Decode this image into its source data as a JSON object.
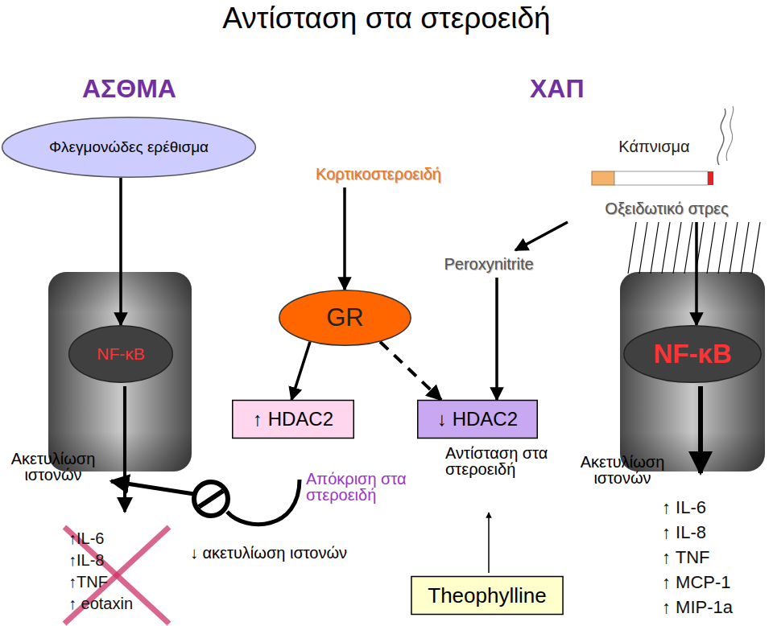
{
  "diagram": {
    "title": "Αντίσταση στα στεροειδή",
    "nodes": [
      {
        "text": [
          "Φλεγμονώδες ερέθισμα"
        ]
      },
      {
        "text": [
          "Κορτικοστεροειδή"
        ]
      },
      {
        "text": [
          "Κάπνισμα"
        ]
      },
      {
        "text": [
          "Οξειδωτικό στρες"
        ]
      },
      {
        "text": [
          "Peroxynitrite"
        ]
      },
      {
        "text": [
          "NF-κB"
        ]
      },
      {
        "text": [
          "GR"
        ]
      },
      {
        "text": [
          "NF-κB"
        ]
      },
      {
        "text": [
          "↑ HDAC2"
        ]
      },
      {
        "text": [
          "↓ HDAC2"
        ]
      },
      {
        "text": [
          "Theophylline"
        ]
      }
    ],
    "edges": [
      {
        "from": 0,
        "to": 5,
        "arrow": "to"
      },
      {
        "from": 1,
        "to": 6,
        "arrow": "to"
      },
      {
        "from": 3,
        "to": 4,
        "arrow": "to"
      },
      {
        "from": 3,
        "to": 7,
        "arrow": "to"
      },
      {
        "from": 4,
        "to": 9,
        "arrow": "to"
      },
      {
        "from": 6,
        "to": 8,
        "arrow": "to"
      },
      {
        "from": 6,
        "to": 9,
        "arrow": "to"
      }
    ],
    "labels": [
      "ΑΣΘΜΑ",
      "ΧΑΠ",
      "Ακετυλίωση ιστονών",
      "↑IL-6",
      "↑IL-8",
      "↑TNF",
      "↑ eotaxin",
      "Απόκριση στα στεροειδή",
      "↓ ακετυλίωση ιστονών",
      "Αντίσταση στα στεροειδή",
      "Ακετυλίωση ιστονών",
      "↑ IL-6",
      "↑ IL-8",
      "↑ TNF",
      "↑ MCP-1",
      "↑ MIP-1a"
    ]
  }
}
